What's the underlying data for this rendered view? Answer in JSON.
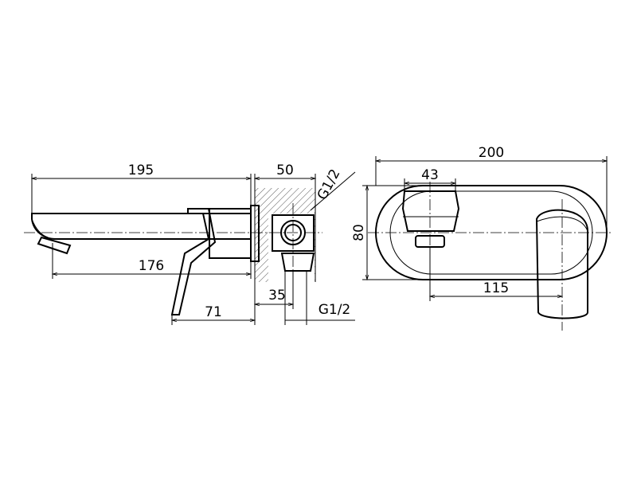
{
  "drawing": {
    "side_view": {
      "dim_overall_length": "195",
      "dim_spout_length": "176",
      "dim_handle_offset": "71",
      "dim_body_depth": "50",
      "dim_inlet_depth": "35",
      "thread_label_top": "G1/2",
      "thread_label_bottom": "G1/2"
    },
    "front_view": {
      "dim_plate_width": "200",
      "dim_outlet_width": "43",
      "dim_plate_height": "80",
      "dim_handle_distance": "115"
    }
  }
}
